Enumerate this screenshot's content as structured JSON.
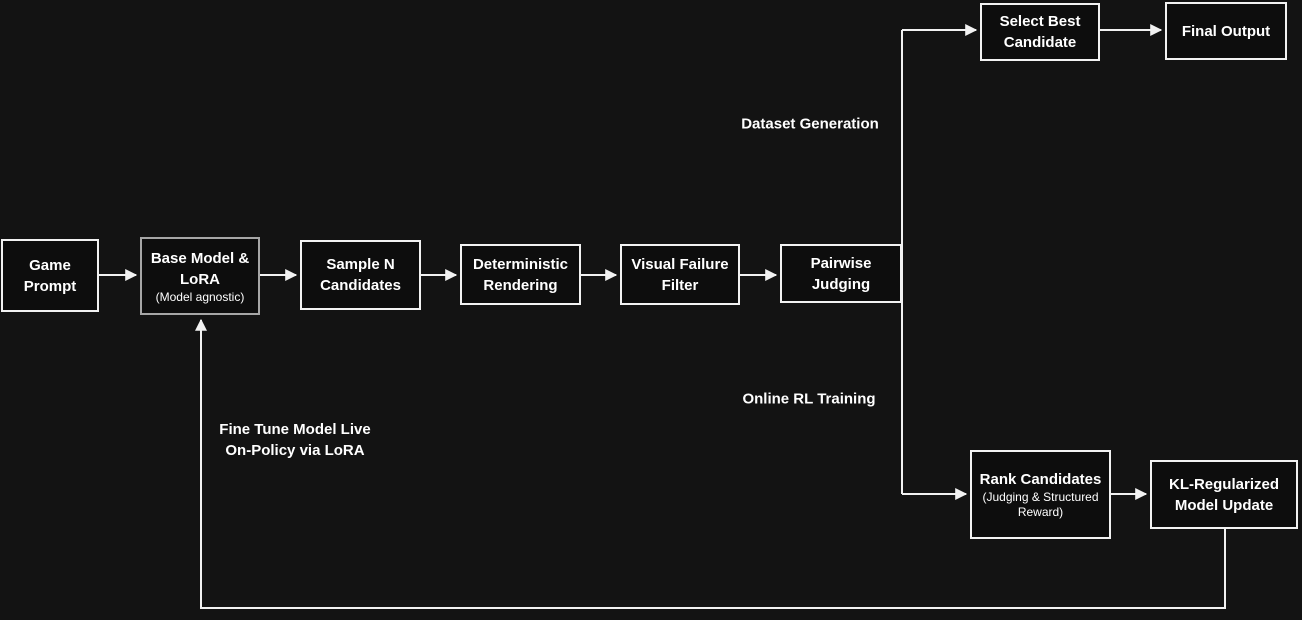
{
  "colors": {
    "background": "#131313",
    "node_fill": "#0d0d0d",
    "node_border": "#f2f2f2",
    "base_model_border": "#a6a6a6",
    "line": "#f2f2f2",
    "text": "#ffffff"
  },
  "nodes": {
    "game_prompt": {
      "line1": "Game",
      "line2": "Prompt"
    },
    "base_model": {
      "line1": "Base Model &",
      "line2": "LoRA",
      "subtitle": "(Model agnostic)"
    },
    "sample_candidates": {
      "line1": "Sample N",
      "line2": "Candidates"
    },
    "deterministic_rendering": {
      "line1": "Deterministic",
      "line2": "Rendering"
    },
    "visual_failure_filter": {
      "line1": "Visual Failure",
      "line2": "Filter"
    },
    "pairwise_judging": {
      "line1": "Pairwise",
      "line2": "Judging"
    },
    "select_best_candidate": {
      "line1": "Select Best",
      "line2": "Candidate"
    },
    "final_output": {
      "line1": "Final Output"
    },
    "rank_candidates": {
      "line1": "Rank Candidates",
      "subtitle": "(Judging & Structured Reward)"
    },
    "kl_regularized_update": {
      "line1": "KL-Regularized",
      "line2": "Model Update"
    }
  },
  "labels": {
    "dataset_generation": "Dataset Generation",
    "online_rl_training": "Online RL Training",
    "fine_tune_line1": "Fine Tune Model Live",
    "fine_tune_line2": "On-Policy via LoRA"
  }
}
